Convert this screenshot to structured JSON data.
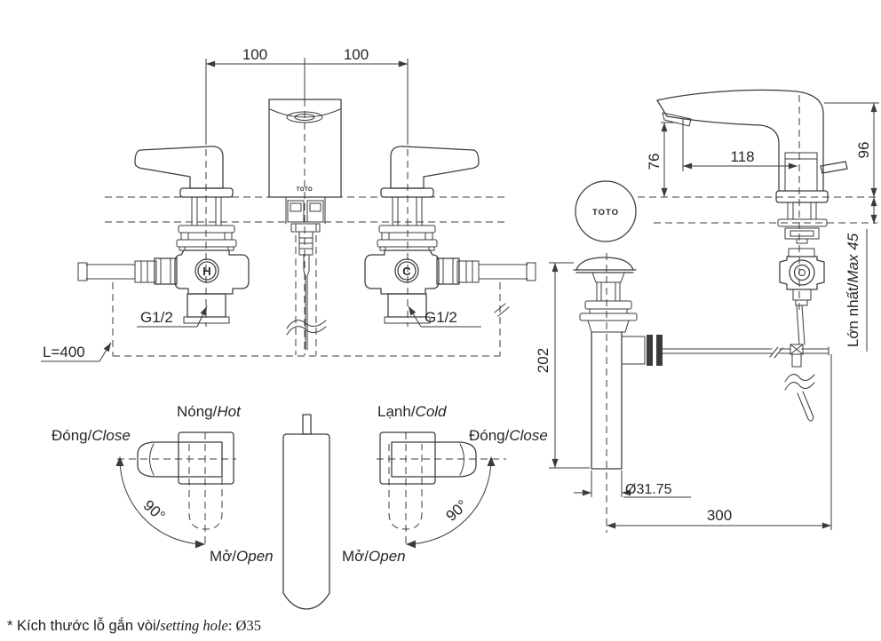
{
  "brand": "TOTO",
  "front_view": {
    "dim_left": "100",
    "dim_right": "100",
    "thread_left": "G1/2",
    "thread_right": "G1/2",
    "hose_length": "L=400",
    "hot_marker": "H",
    "cold_marker": "C"
  },
  "handle_views": {
    "hot": {
      "vi": "Nóng/",
      "en": "Hot"
    },
    "cold": {
      "vi": "Lạnh/",
      "en": "Cold"
    },
    "close": {
      "vi": "Đóng/",
      "en": "Close"
    },
    "open": {
      "vi": "Mở/",
      "en": "Open"
    },
    "angle": "90°"
  },
  "side_view": {
    "spout_height": "76",
    "spout_reach": "118",
    "total_height": "96",
    "deck_max": {
      "vi": "Lớn nhất/",
      "en": "Max 45"
    },
    "drain_height": "202",
    "drain_diameter": "Ø31.75",
    "rod_length": "300"
  },
  "footnote": {
    "vi": "* Kích thước lỗ gắn vòi/",
    "en": "setting hole",
    "size": ": Ø35"
  }
}
